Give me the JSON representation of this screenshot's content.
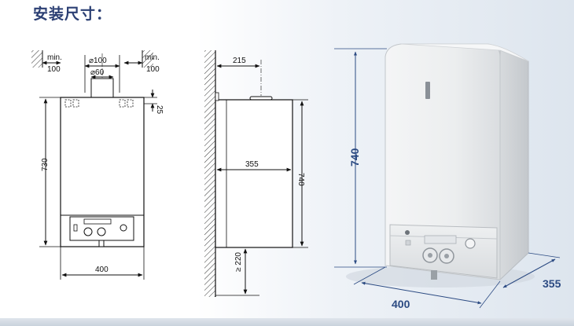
{
  "title": "安装尺寸：",
  "front_view": {
    "clearance_label_left": "min.",
    "clearance_value_left": "100",
    "clearance_label_right": "min.",
    "clearance_value_right": "100",
    "flue_outer": "⌀100",
    "flue_inner": "⌀60",
    "top_offset": "25",
    "height": "730",
    "width": "400"
  },
  "side_view": {
    "flue_offset": "215",
    "depth": "355",
    "height": "740",
    "floor_clearance": "≥ 220"
  },
  "photo": {
    "height": "740",
    "width": "400",
    "depth": "355"
  },
  "colors": {
    "title": "#2b3f73",
    "photo_dim": "#2b4a82"
  }
}
